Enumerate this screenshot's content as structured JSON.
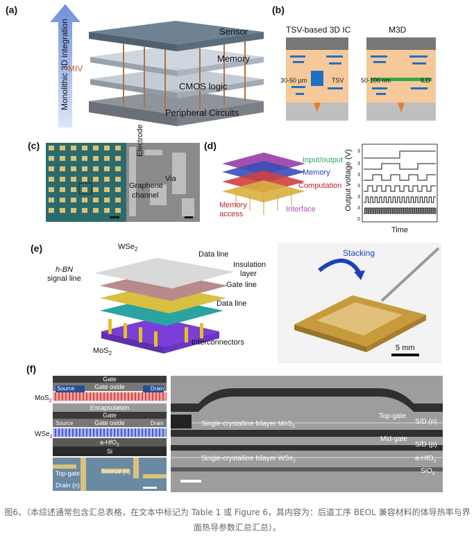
{
  "panels": {
    "a": {
      "label": "(a)",
      "axis_label": "Monolithic 3D integration",
      "layers": [
        "Sensor",
        "Memory",
        "CMOS logic",
        "Peripheral Circuits"
      ],
      "miv_label": "MIV"
    },
    "b": {
      "label": "(b)",
      "left_title": "TSV-based 3D IC",
      "right_title": "M3D",
      "left_dim": "30-50 µm",
      "left_tag": "TSV",
      "right_dim": "50-100 nm",
      "right_tag": "ILD"
    },
    "c": {
      "label": "(c)",
      "electrode": "Electrode",
      "graphene": "Graphene",
      "channel": "channel",
      "via": "Via"
    },
    "d": {
      "label": "(d)",
      "layers": [
        "Input/output",
        "Memory",
        "Computation",
        "Interface"
      ],
      "memory": "Memory",
      "access": "access",
      "ylabel": "Output voltage (V)",
      "xlabel": "Time",
      "ticks": [
        "3",
        "3",
        "3",
        "3",
        "3",
        "3",
        "0"
      ]
    },
    "e": {
      "label": "(e)",
      "wse2": "WSe",
      "sub2": "2",
      "hbn1": "h-BN",
      "hbn2": "signal line",
      "data_line1": "Data line",
      "insulation1": "Insulation",
      "insulation2": "layer",
      "gate_line": "Gate line",
      "data_line2": "Data line",
      "interconnectors": "Interconnectors",
      "mos2": "MoS",
      "stacking": "Stacking",
      "scale": "5 mm"
    },
    "f": {
      "label": "(f)",
      "left_stack": [
        "Gate",
        "Gate oxide",
        "Encapsulation",
        "Gate",
        "Gate oxide",
        "a-HfO",
        "Si"
      ],
      "source": "Source",
      "drain": "Drain",
      "mos2": "MoS",
      "wse2": "WSe",
      "sub2": "2",
      "optical": [
        "Top-gate",
        "Source (n)",
        "Drain (n)"
      ],
      "tem_labels": [
        "Single-crystalline bilayer MoS",
        "Top-gate",
        "S/D (n)",
        "Mid-gate",
        "S/D (p)",
        "Single-crystalline bilayer WSe",
        "a-HfO",
        "SiO"
      ]
    }
  },
  "caption": "图6、（本综述通常包含汇总表格，在文本中标记为 Table 1 或 Figure 6，其内容为：后道工序 BEOL 兼容材料的体导热率与界面热导参数汇总汇总）。",
  "colors": {
    "arrow_blue": "#9bb3e6",
    "peach": "#f5c99a",
    "blue_wire": "#1f6fc4",
    "green_ild": "#3aa845",
    "gray_block": "#777777",
    "orange": "#e47e2a"
  }
}
